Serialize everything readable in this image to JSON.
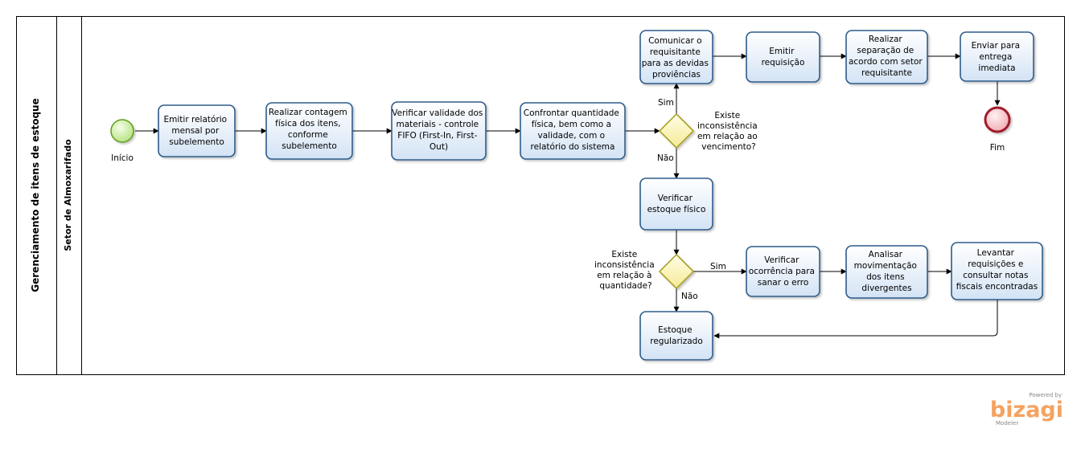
{
  "pool": {
    "title": "Gerenciamento de itens de estoque"
  },
  "lane": {
    "title": "Setor de Almoxarifado"
  },
  "tasks": {
    "emitir_relatorio": [
      "Emitir relatório",
      "mensal por",
      "subelemento"
    ],
    "realizar_contagem": [
      "Realizar contagem",
      "física dos itens,",
      "conforme",
      "subelemento"
    ],
    "verificar_validade": [
      "Verificar validade dos",
      "materiais - controle",
      "FIFO (First-In, First-",
      "Out)"
    ],
    "confrontar": [
      "Confrontar quantidade",
      "física, bem como a",
      "validade, com o",
      "relatório do sistema"
    ],
    "comunicar": [
      "Comunicar o",
      "requisitante",
      "para as devidas",
      "proviências"
    ],
    "emitir_requisicao": [
      "Emitir",
      "requisição"
    ],
    "realizar_separacao": [
      "Realizar",
      "separação de",
      "acordo com setor",
      "requisitante"
    ],
    "enviar": [
      "Enviar para",
      "entrega",
      "imediata"
    ],
    "verificar_estoque": [
      "Verificar",
      "estoque físico"
    ],
    "verificar_ocorrencia": [
      "Verificar",
      "ocorrência para",
      "sanar o erro"
    ],
    "analisar": [
      "Analisar",
      "movimentação",
      "dos itens",
      "divergentes"
    ],
    "levantar": [
      "Levantar",
      "requisições e",
      "consultar notas",
      "fiscais encontradas"
    ],
    "estoque_regularizado": [
      "Estoque",
      "regularizado"
    ]
  },
  "events": {
    "start": "Início",
    "end": "Fim"
  },
  "gateways": {
    "vencimento": [
      "Existe",
      "inconsistência",
      "em relação ao",
      "vencimento?"
    ],
    "quantidade": [
      "Existe",
      "inconsistência",
      "em relação à",
      "quantidade?"
    ]
  },
  "flow_labels": {
    "sim_top": "Sim",
    "nao_top": "Não",
    "sim_bottom": "Sim",
    "nao_bottom": "Não"
  },
  "branding": {
    "powered": "Powered by",
    "name": "bizagi",
    "sub": "Modeler"
  },
  "colors": {
    "task_fill": "#dde9f7",
    "task_stroke": "#2f5c8a",
    "start_fill": "#c6ef9f",
    "start_stroke": "#5e9c1f",
    "end_fill": "#f6c7cc",
    "end_stroke": "#a01a2a",
    "gateway_fill": "#fbf3b2",
    "gateway_stroke": "#a49a1a",
    "brand": "#f4a261"
  }
}
